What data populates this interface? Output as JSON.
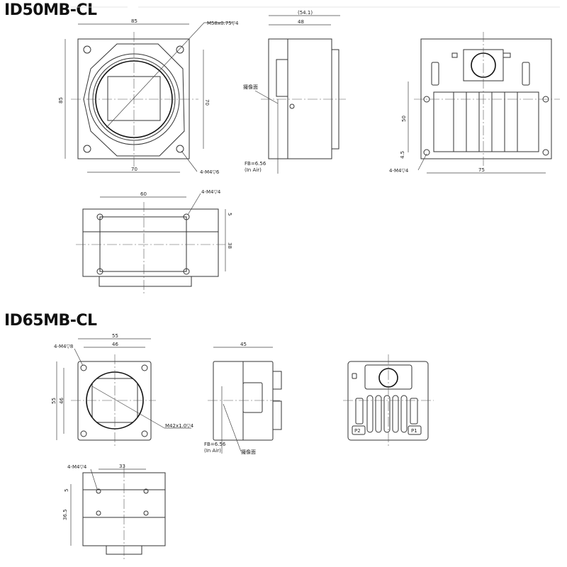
{
  "models": [
    {
      "title": "ID50MB-CL",
      "front": {
        "width": "85",
        "height": "85",
        "hole_pitch_h": "70",
        "hole_pitch_v": "70",
        "mount": "M58x0.75▽4",
        "holes": "4-M4▽6"
      },
      "side": {
        "overall": "(54.1)",
        "body": "48",
        "image_plane": "撮像面",
        "fb": "FB=6.56",
        "fb_note": "(In Air)"
      },
      "rear": {
        "v1": "50",
        "v2": "4.5",
        "h": "75",
        "holes": "4-M4▽4"
      },
      "bottom": {
        "h": "60",
        "holes": "4-M4▽4",
        "v1": "5",
        "v2": "38"
      }
    },
    {
      "title": "ID65MB-CL",
      "front": {
        "width": "55",
        "hole_pitch_h": "46",
        "height": "55",
        "hole_pitch_v": "46",
        "holes": "4-M4▽8",
        "mount": "M42x1.0▽4"
      },
      "side": {
        "body": "45",
        "fb": "FB=6.56",
        "fb_note": "(In Air)",
        "image_plane": "撮像面"
      },
      "rear": {
        "port2": "P2",
        "port1": "P1"
      },
      "bottom": {
        "holes": "4-M4▽4",
        "h": "33",
        "v1": "5",
        "v2": "36.5"
      }
    }
  ]
}
